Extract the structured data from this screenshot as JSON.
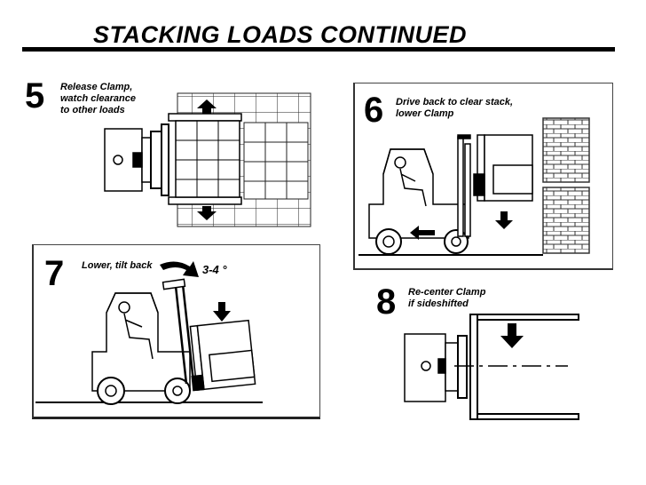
{
  "title": "STACKING LOADS CONTINUED",
  "steps": [
    {
      "number": "5",
      "caption": "Release Clamp,\nwatch clearance\nto other loads"
    },
    {
      "number": "6",
      "caption": "Drive back to clear stack,\nlower Clamp"
    },
    {
      "number": "7",
      "caption": "Lower, tilt back",
      "annotation": "3-4 °"
    },
    {
      "number": "8",
      "caption": "Re-center Clamp\nif sideshifted"
    }
  ],
  "colors": {
    "ink": "#000000",
    "frame": "#444444",
    "paper": "#ffffff"
  }
}
